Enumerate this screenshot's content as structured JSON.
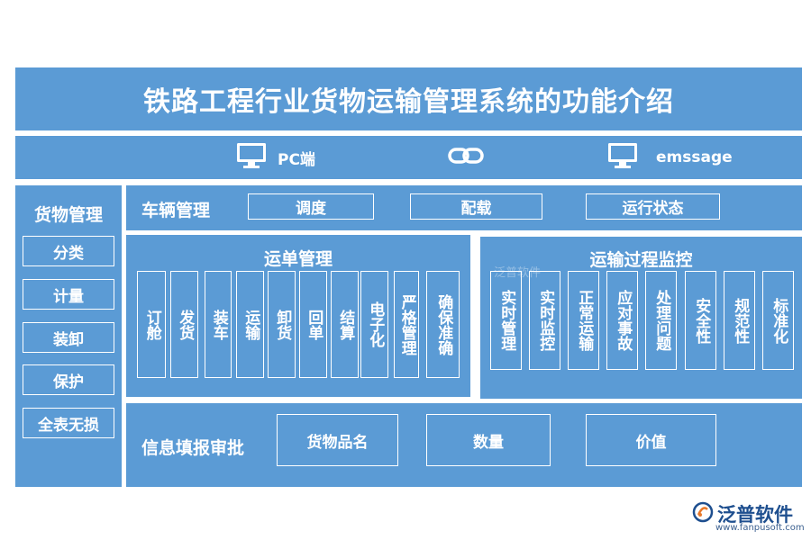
{
  "title": "铁路工程行业货物运输管理系统的功能介绍",
  "platforms": [
    {
      "label": "PC端",
      "icon": "monitor-icon"
    },
    {
      "label": "",
      "icon": "link-icon"
    },
    {
      "label": "emssage",
      "icon": "monitor-icon"
    }
  ],
  "cargo": {
    "title": "货物管理",
    "items": [
      "分类",
      "计量",
      "装卸",
      "保护",
      "全表无损"
    ]
  },
  "vehicle": {
    "title": "车辆管理",
    "items": [
      "调度",
      "配载",
      "运行状态"
    ]
  },
  "waybill": {
    "title": "运单管理",
    "items": [
      "订舱",
      "发货",
      "装车",
      "运输",
      "卸货",
      "回单",
      "结算",
      "电子化",
      "严格管理",
      "确保准确"
    ]
  },
  "monitor": {
    "title": "运输过程监控",
    "items": [
      "实时管理",
      "实时监控",
      "正常运输",
      "应对事故",
      "处理问题",
      "安全性",
      "规范性",
      "标准化"
    ]
  },
  "info": {
    "title": "信息填报审批",
    "items": [
      "货物品名",
      "数量",
      "价值"
    ]
  },
  "brand": {
    "name": "泛普软件",
    "url": "www.fanpusoft.com",
    "faint_mark": "泛普软件"
  },
  "colors": {
    "panel": "#5b9bd5",
    "brand": "#1e4f8f"
  }
}
